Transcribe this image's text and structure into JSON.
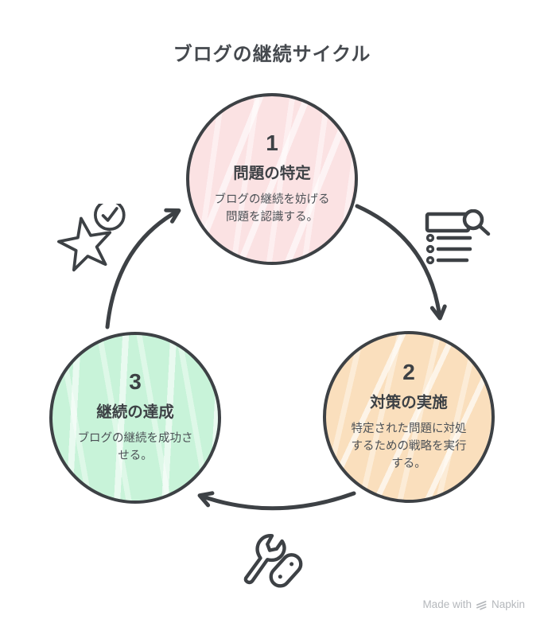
{
  "title": "ブログの継続サイクル",
  "steps": [
    {
      "number": "1",
      "heading": "問題の特定",
      "body": "ブログの継続を妨げる\n問題を認識する。",
      "color": "#fbe2e3"
    },
    {
      "number": "2",
      "heading": "対策の実施",
      "body": "特定された問題に対処\nするための戦略を実行\nする。",
      "color": "#fadfbd"
    },
    {
      "number": "3",
      "heading": "継続の達成",
      "body": "ブログの継続を成功さ\nせる。",
      "color": "#c8f3d9"
    }
  ],
  "icons": {
    "left": "star-check-icon",
    "right": "search-list-icon",
    "bottom": "wrench-tools-icon"
  },
  "colors": {
    "ink": "#3d4145",
    "body_text": "#4c5156",
    "step1_fill": "#fbe2e3",
    "step2_fill": "#fadfbd",
    "step3_fill": "#c8f3d9",
    "footer_gray": "#b5b8bc"
  },
  "footer": {
    "made_with": "Made with",
    "brand": "Napkin"
  }
}
